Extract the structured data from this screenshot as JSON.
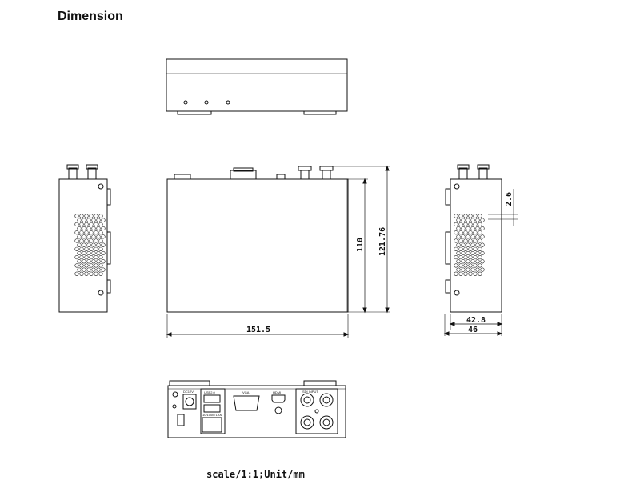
{
  "title": "Dimension",
  "dimensions": {
    "width": "151.5",
    "height_inner": "110",
    "height_total": "121.76",
    "offset": "2.6",
    "depth_inner": "42.8",
    "depth_total": "46"
  },
  "rear_panel_labels": {
    "power": "DC12V",
    "usb": "USB2.0",
    "lan": "10/100M LAN",
    "vga": "VGA",
    "hdmi": "HDMI",
    "sdi": "SDI INPUT"
  },
  "caption": "scale/1:1;Unit/mm",
  "colors": {
    "line": "#111111",
    "background": "#ffffff"
  }
}
